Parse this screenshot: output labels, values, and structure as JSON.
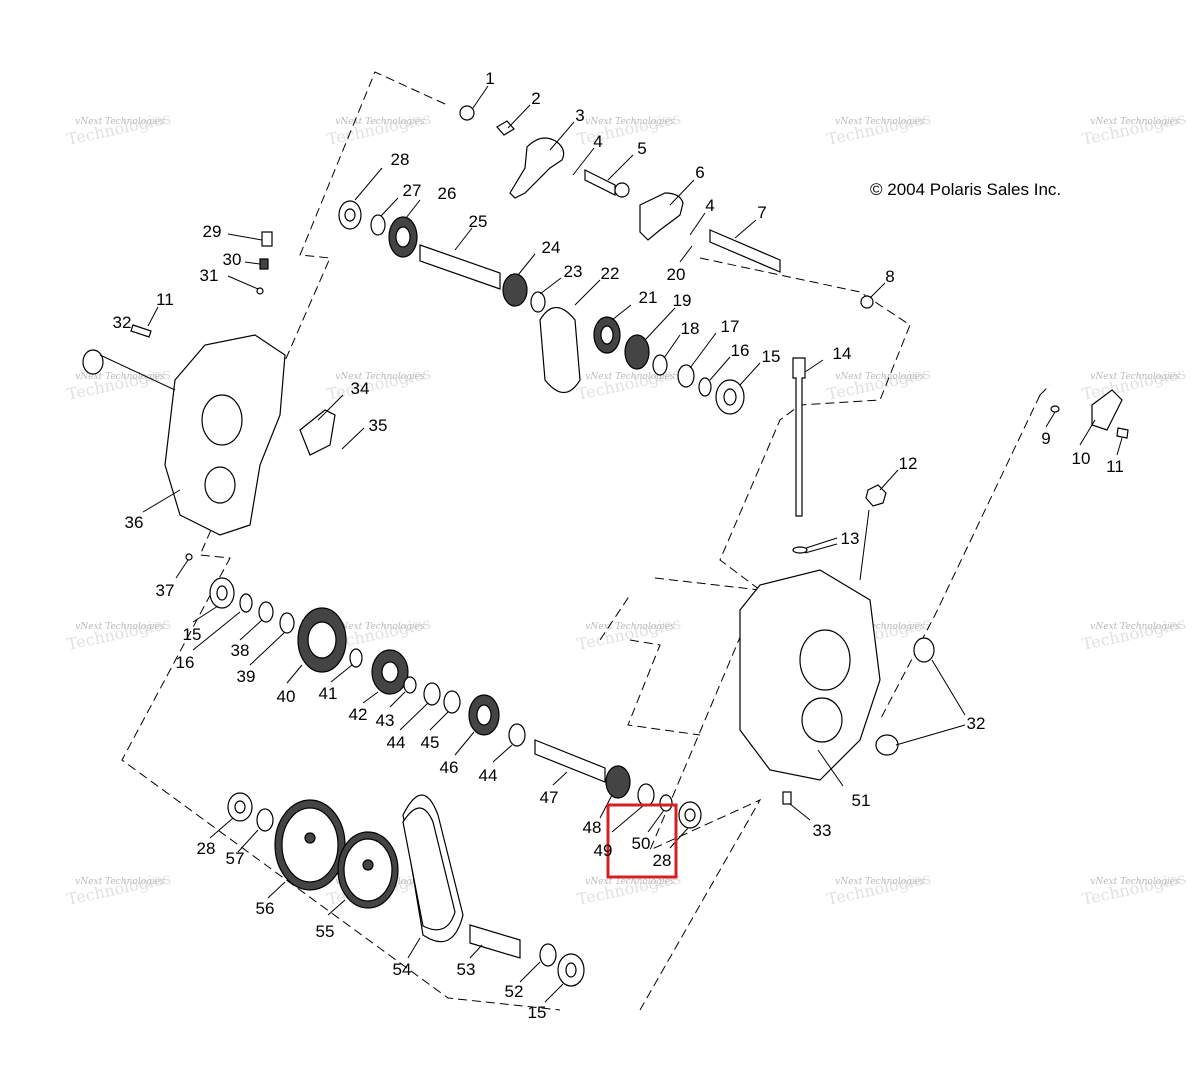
{
  "copyright": "© 2004 Polaris Sales Inc.",
  "watermark": {
    "line1": "vNext Technologies",
    "line2": "Technologies"
  },
  "callouts": [
    {
      "id": "c1",
      "text": "1"
    },
    {
      "id": "c2",
      "text": "2"
    },
    {
      "id": "c3",
      "text": "3"
    },
    {
      "id": "c4a",
      "text": "4"
    },
    {
      "id": "c5",
      "text": "5"
    },
    {
      "id": "c6",
      "text": "6"
    },
    {
      "id": "c4b",
      "text": "4"
    },
    {
      "id": "c7",
      "text": "7"
    },
    {
      "id": "c20",
      "text": "20"
    },
    {
      "id": "c8",
      "text": "8"
    },
    {
      "id": "c28a",
      "text": "28"
    },
    {
      "id": "c27",
      "text": "27"
    },
    {
      "id": "c26",
      "text": "26"
    },
    {
      "id": "c25",
      "text": "25"
    },
    {
      "id": "c24",
      "text": "24"
    },
    {
      "id": "c23",
      "text": "23"
    },
    {
      "id": "c22",
      "text": "22"
    },
    {
      "id": "c21",
      "text": "21"
    },
    {
      "id": "c19",
      "text": "19"
    },
    {
      "id": "c18",
      "text": "18"
    },
    {
      "id": "c17",
      "text": "17"
    },
    {
      "id": "c16a",
      "text": "16"
    },
    {
      "id": "c15a",
      "text": "15"
    },
    {
      "id": "c14",
      "text": "14"
    },
    {
      "id": "c29",
      "text": "29"
    },
    {
      "id": "c30",
      "text": "30"
    },
    {
      "id": "c31",
      "text": "31"
    },
    {
      "id": "c11a",
      "text": "11"
    },
    {
      "id": "c32a",
      "text": "32"
    },
    {
      "id": "c34",
      "text": "34"
    },
    {
      "id": "c35",
      "text": "35"
    },
    {
      "id": "c36",
      "text": "36"
    },
    {
      "id": "c37",
      "text": "37"
    },
    {
      "id": "c9",
      "text": "9"
    },
    {
      "id": "c10",
      "text": "10"
    },
    {
      "id": "c11b",
      "text": "11"
    },
    {
      "id": "c12",
      "text": "12"
    },
    {
      "id": "c13",
      "text": "13"
    },
    {
      "id": "c15b",
      "text": "15"
    },
    {
      "id": "c16b",
      "text": "16"
    },
    {
      "id": "c38",
      "text": "38"
    },
    {
      "id": "c39",
      "text": "39"
    },
    {
      "id": "c40",
      "text": "40"
    },
    {
      "id": "c41",
      "text": "41"
    },
    {
      "id": "c42",
      "text": "42"
    },
    {
      "id": "c43",
      "text": "43"
    },
    {
      "id": "c44a",
      "text": "44"
    },
    {
      "id": "c45",
      "text": "45"
    },
    {
      "id": "c46",
      "text": "46"
    },
    {
      "id": "c44b",
      "text": "44"
    },
    {
      "id": "c47",
      "text": "47"
    },
    {
      "id": "c48",
      "text": "48"
    },
    {
      "id": "c49",
      "text": "49"
    },
    {
      "id": "c50",
      "text": "50"
    },
    {
      "id": "c28b",
      "text": "28"
    },
    {
      "id": "c32b",
      "text": "32"
    },
    {
      "id": "c51",
      "text": "51"
    },
    {
      "id": "c33",
      "text": "33"
    },
    {
      "id": "c28c",
      "text": "28"
    },
    {
      "id": "c57",
      "text": "57"
    },
    {
      "id": "c56",
      "text": "56"
    },
    {
      "id": "c55",
      "text": "55"
    },
    {
      "id": "c54",
      "text": "54"
    },
    {
      "id": "c53",
      "text": "53"
    },
    {
      "id": "c52",
      "text": "52"
    },
    {
      "id": "c15c",
      "text": "15"
    }
  ]
}
